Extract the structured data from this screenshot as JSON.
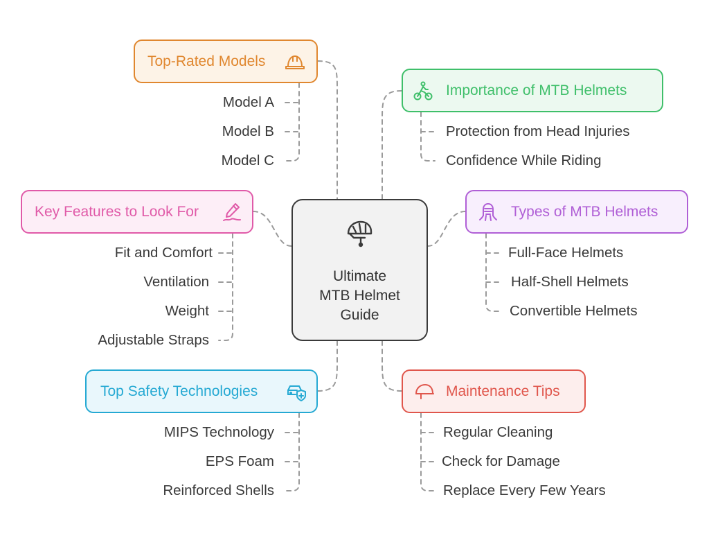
{
  "center": {
    "title_lines": [
      "Ultimate",
      "MTB Helmet",
      "Guide"
    ],
    "icon": "bike-helmet-icon"
  },
  "branches": {
    "top_rated": {
      "title": "Top-Rated Models",
      "icon": "hard-hat-icon",
      "color": "#e0872f",
      "fill": "#fdf3e7",
      "items": [
        "Model A",
        "Model B",
        "Model C"
      ]
    },
    "importance": {
      "title": "Importance of MTB Helmets",
      "icon": "cyclist-icon",
      "color": "#3fbf6a",
      "fill": "#ecf9f0",
      "items": [
        "Protection from Head Injuries",
        "Confidence While Riding"
      ]
    },
    "key_features": {
      "title": "Key Features to Look For",
      "icon": "pen-signature-icon",
      "color": "#e05aa8",
      "fill": "#fdeef7",
      "items": [
        "Fit and Comfort",
        "Ventilation",
        "Weight",
        "Adjustable Straps"
      ]
    },
    "types": {
      "title": "Types of MTB Helmets",
      "icon": "full-face-helmet-icon",
      "color": "#b05fd6",
      "fill": "#f8effd",
      "items": [
        "Full-Face Helmets",
        "Half-Shell Helmets",
        "Convertible Helmets"
      ]
    },
    "safety": {
      "title": "Top Safety Technologies",
      "icon": "car-shield-icon",
      "color": "#25a9d3",
      "fill": "#e9f7fc",
      "items": [
        "MIPS Technology",
        "EPS Foam",
        "Reinforced Shells"
      ]
    },
    "maintenance": {
      "title": "Maintenance Tips",
      "icon": "helmet-icon",
      "color": "#e0564c",
      "fill": "#fdeeed",
      "items": [
        "Regular Cleaning",
        "Check for Damage",
        "Replace Every Few Years"
      ]
    }
  }
}
